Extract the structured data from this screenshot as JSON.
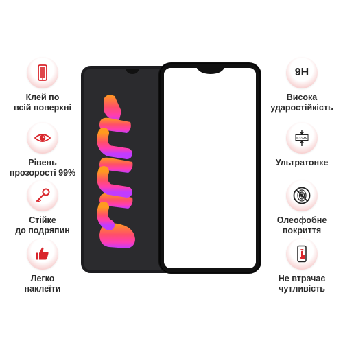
{
  "features_left": [
    {
      "icon": "phone-full-cover-icon",
      "line1": "Клей по",
      "line2": "всій поверхні"
    },
    {
      "icon": "eye-icon",
      "line1": "Рівень",
      "line2": "прозорості 99%"
    },
    {
      "icon": "key-scratch-icon",
      "line1": "Стійке",
      "line2": "до подряпин"
    },
    {
      "icon": "thumb-up-icon",
      "line1": "Легко",
      "line2": "наклеїти"
    }
  ],
  "features_right": [
    {
      "icon": "hardness-9h-icon",
      "badge": "9H",
      "line1": "Висока",
      "line2": "ударостійкість"
    },
    {
      "icon": "thickness-icon",
      "badge": "0.33MM",
      "line1": "Ультратонке",
      "line2": ""
    },
    {
      "icon": "no-fingerprint-icon",
      "line1": "Олеофобне",
      "line2": "покриття"
    },
    {
      "icon": "touch-sensitivity-icon",
      "line1": "Не втрачає",
      "line2": "чутливість"
    }
  ],
  "colors": {
    "icon_ring": "#e69a9a",
    "icon_red": "#d9262c",
    "glass_border": "#111111",
    "screen_bg": "#2b2b2e",
    "wave_top": "#ff9a1f",
    "wave_mid": "#ff3d7f",
    "wave_bottom": "#c13cff"
  }
}
